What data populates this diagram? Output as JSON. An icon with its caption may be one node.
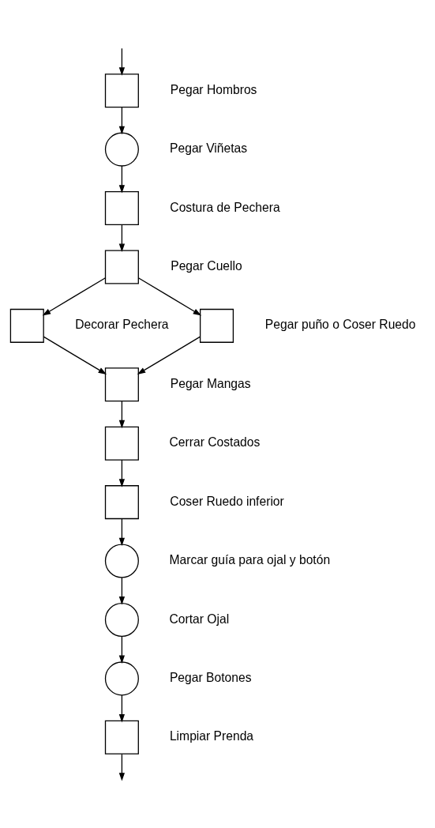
{
  "diagram": {
    "nodes": [
      {
        "text": [],
        "shape": "box",
        "beside": [
          "Pegar Hombros"
        ]
      },
      {
        "text": [],
        "shape": "circle",
        "beside": [
          "Pegar Viñetas"
        ]
      },
      {
        "text": [],
        "shape": "box",
        "beside": [
          "Costura de Pechera"
        ]
      },
      {
        "text": [],
        "shape": "box",
        "beside": [
          "Pegar Cuello"
        ]
      },
      {
        "text": [],
        "shape": "box",
        "beside": [
          "Decorar Pechera"
        ]
      },
      {
        "text": [],
        "shape": "box",
        "beside": [
          "Pegar puño o Coser Ruedo"
        ]
      },
      {
        "text": [],
        "shape": "box",
        "beside": [
          "Pegar Mangas"
        ]
      },
      {
        "text": [],
        "shape": "box",
        "beside": [
          "Cerrar Costados"
        ]
      },
      {
        "text": [],
        "shape": "box",
        "beside": [
          "Coser Ruedo inferior"
        ]
      },
      {
        "text": [],
        "shape": "circle",
        "beside": [
          "Marcar guía para ojal y botón"
        ]
      },
      {
        "text": [],
        "shape": "circle",
        "beside": [
          "Cortar Ojal"
        ]
      },
      {
        "text": [],
        "shape": "circle",
        "beside": [
          "Pegar Botones"
        ]
      },
      {
        "text": [],
        "shape": "box",
        "beside": [
          "Limpiar Prenda"
        ]
      }
    ],
    "edges": [
      {
        "from": null,
        "to": 0,
        "arrow": "to"
      },
      {
        "from": 0,
        "to": 1,
        "arrow": "to"
      },
      {
        "from": 1,
        "to": 2,
        "arrow": "to"
      },
      {
        "from": 2,
        "to": 3,
        "arrow": "to"
      },
      {
        "from": 3,
        "to": 4,
        "arrow": "to"
      },
      {
        "from": 3,
        "to": 5,
        "arrow": "to"
      },
      {
        "from": 4,
        "to": 6,
        "arrow": "to"
      },
      {
        "from": 5,
        "to": 6,
        "arrow": "to"
      },
      {
        "from": 6,
        "to": 7,
        "arrow": "to"
      },
      {
        "from": 7,
        "to": 8,
        "arrow": "to"
      },
      {
        "from": 8,
        "to": 9,
        "arrow": "to"
      },
      {
        "from": 9,
        "to": 10,
        "arrow": "to"
      },
      {
        "from": 10,
        "to": 11,
        "arrow": "to"
      },
      {
        "from": 11,
        "to": 12,
        "arrow": "to"
      },
      {
        "from": 12,
        "to": null,
        "arrow": "to"
      }
    ]
  }
}
